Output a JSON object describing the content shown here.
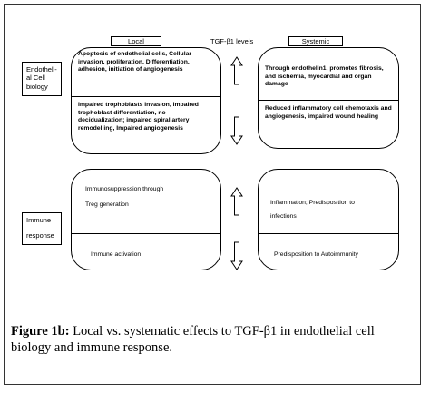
{
  "figure": {
    "header_local": "Local",
    "header_levels": "TGF-β1 levels",
    "header_systemic": "Systemic",
    "row_endothelial": "Endotheli-al Cell biology",
    "row_immune_line1": "Immune",
    "row_immune_line2": "response",
    "local_endo_top": "Apoptosis of endothelial cells, Cellular invasion, proliferation, Differentiation, adhesion, initiation of angiogenesis",
    "local_endo_bottom": "Impaired trophoblasts invasion, impaired trophoblast differentiation, no decidualization; impaired spiral artery remodelling, Impaired angiogenesis",
    "sys_endo_top": "Through endothelin1, promotes fibrosis, and ischemia, myocardial and organ damage",
    "sys_endo_bottom": "Reduced inflammatory cell chemotaxis and angiogenesis, impaired wound healing",
    "local_imm_top_line1": "Immunosuppression through",
    "local_imm_top_line2": "Treg generation",
    "local_imm_bottom": "Immune activation",
    "sys_imm_top_line1": "Inflammation; Predisposition to",
    "sys_imm_top_line2": "infections",
    "sys_imm_bottom": "Predisposition to Autoimmunity"
  },
  "caption": {
    "label": "Figure 1b:",
    "text": " Local vs. systematic effects to TGF-β1 in endothelial cell biology and immune response."
  }
}
